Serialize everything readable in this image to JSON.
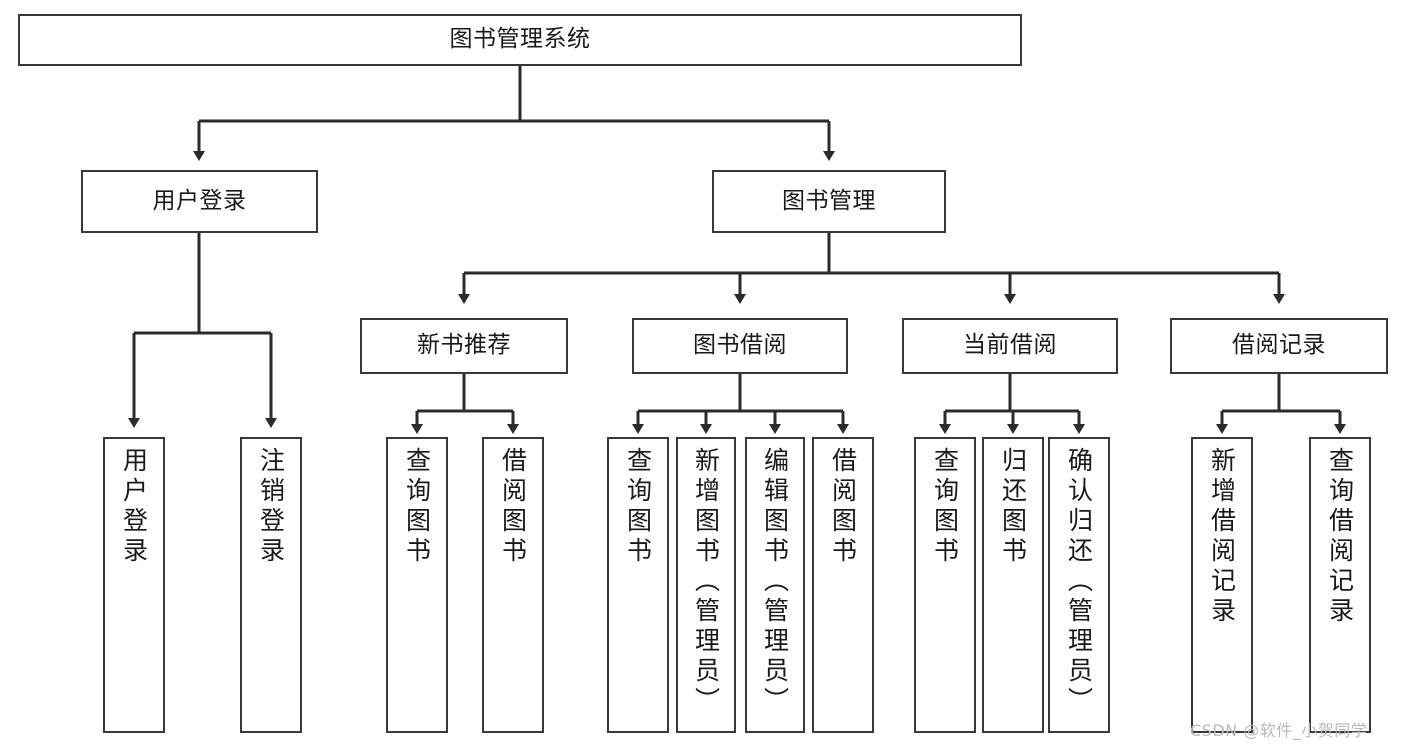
{
  "diagram": {
    "title": "图书管理系统",
    "type": "tree-hierarchy",
    "orientation": "top-down",
    "colors": {
      "stroke": "#393939",
      "fill": "#ffffff",
      "text": "#1a1a1a",
      "watermark": "#b9b9b9"
    },
    "root": {
      "label": "图书管理系统"
    },
    "level2": [
      {
        "id": "user-login",
        "label": "用户登录"
      },
      {
        "id": "book-management",
        "label": "图书管理"
      }
    ],
    "level3": [
      {
        "id": "new-book-recommend",
        "label": "新书推荐",
        "parent": "book-management"
      },
      {
        "id": "book-borrow",
        "label": "图书借阅",
        "parent": "book-management"
      },
      {
        "id": "current-borrow",
        "label": "当前借阅",
        "parent": "book-management"
      },
      {
        "id": "borrow-record",
        "label": "借阅记录",
        "parent": "book-management"
      }
    ],
    "leaves": [
      {
        "id": "leaf-user-login",
        "label": "用户登录",
        "parent": "user-login"
      },
      {
        "id": "leaf-user-logout",
        "label": "注销登录",
        "parent": "user-login"
      },
      {
        "id": "leaf-query-book-1",
        "label": "查询图书",
        "parent": "new-book-recommend"
      },
      {
        "id": "leaf-borrow-book-1",
        "label": "借阅图书",
        "parent": "new-book-recommend"
      },
      {
        "id": "leaf-query-book-2",
        "label": "查询图书",
        "parent": "book-borrow"
      },
      {
        "id": "leaf-add-book",
        "label": "新增图书（管理员）",
        "parent": "book-borrow"
      },
      {
        "id": "leaf-edit-book",
        "label": "编辑图书（管理员）",
        "parent": "book-borrow"
      },
      {
        "id": "leaf-borrow-book-2",
        "label": "借阅图书",
        "parent": "book-borrow"
      },
      {
        "id": "leaf-query-book-3",
        "label": "查询图书",
        "parent": "current-borrow"
      },
      {
        "id": "leaf-return-book",
        "label": "归还图书",
        "parent": "current-borrow"
      },
      {
        "id": "leaf-confirm-return",
        "label": "确认归还（管理员）",
        "parent": "current-borrow"
      },
      {
        "id": "leaf-add-record",
        "label": "新增借阅记录",
        "parent": "borrow-record"
      },
      {
        "id": "leaf-query-record",
        "label": "查询借阅记录",
        "parent": "borrow-record"
      }
    ]
  },
  "watermark": {
    "text": "CSDN @软件_小贺同学"
  }
}
